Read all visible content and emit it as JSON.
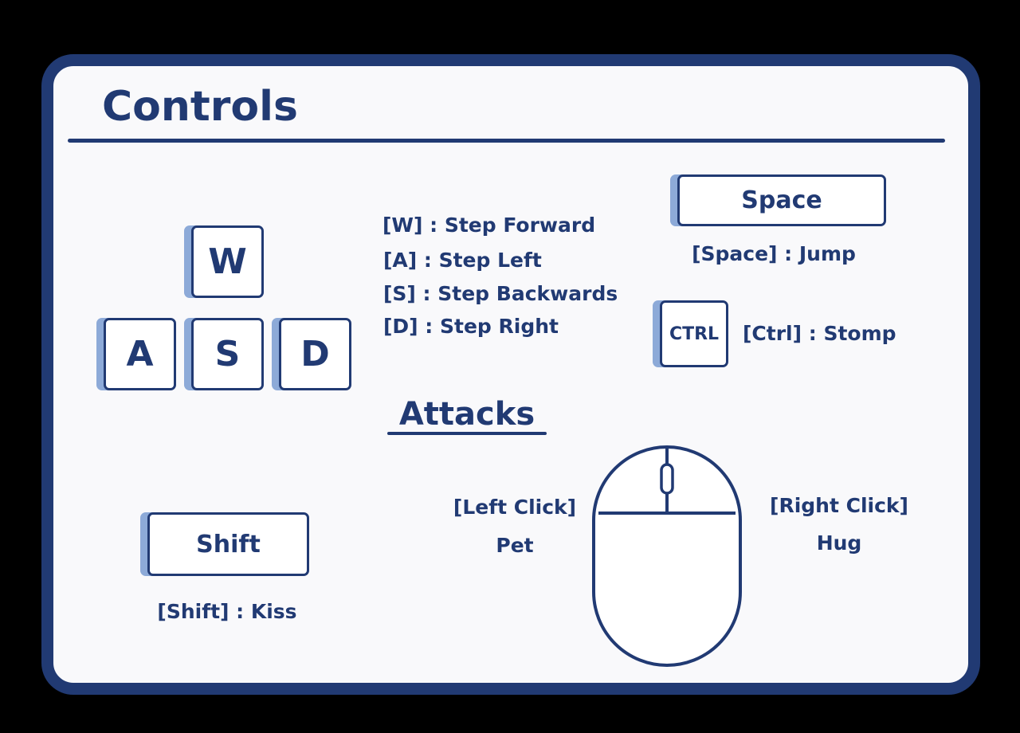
{
  "title": "Controls",
  "keys": {
    "w": "W",
    "a": "A",
    "s": "S",
    "d": "D",
    "space": "Space",
    "ctrl": "CTRL",
    "shift": "Shift"
  },
  "movement": [
    "[W] : Step Forward",
    "[A] : Step Left",
    "[S] : Step Backwards",
    "[D] : Step Right"
  ],
  "jump_text": "[Space] : Jump",
  "stomp_text": "[Ctrl] : Stomp",
  "attacks": {
    "title": "Attacks",
    "shift_text": "[Shift] : Kiss",
    "left_click_key": "[Left Click]",
    "left_click_action": "Pet",
    "right_click_key": "[Right Click]",
    "right_click_action": "Hug"
  },
  "colors": {
    "background": "#000000",
    "panel": "#f9f9fb",
    "navy": "#213a73",
    "key_shadow": "#8daad8"
  }
}
